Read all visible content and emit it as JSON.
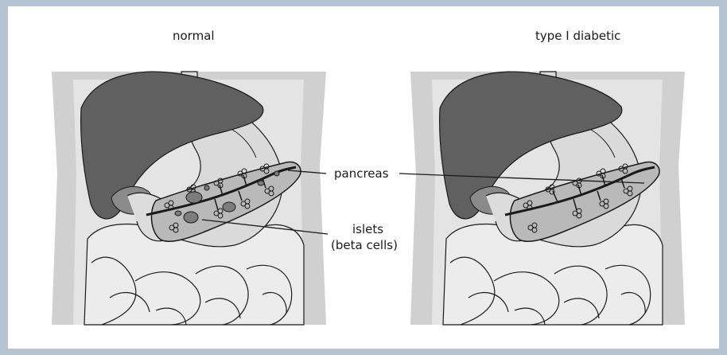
{
  "panels": {
    "left_title": "normal",
    "right_title": "type I diabetic"
  },
  "callouts": {
    "pancreas": "pancreas",
    "islets_line1": "islets",
    "islets_line2": "(beta cells)"
  },
  "colors": {
    "frame": "#b4c2d1",
    "torso": "#d0d0d0",
    "liver": "#606060",
    "stomach": "#dadada",
    "intestine": "#e6e6e6",
    "pancreas": "#b9b9b9",
    "islet_dark": "#7c7c7c",
    "outline": "#1a1a1a"
  }
}
